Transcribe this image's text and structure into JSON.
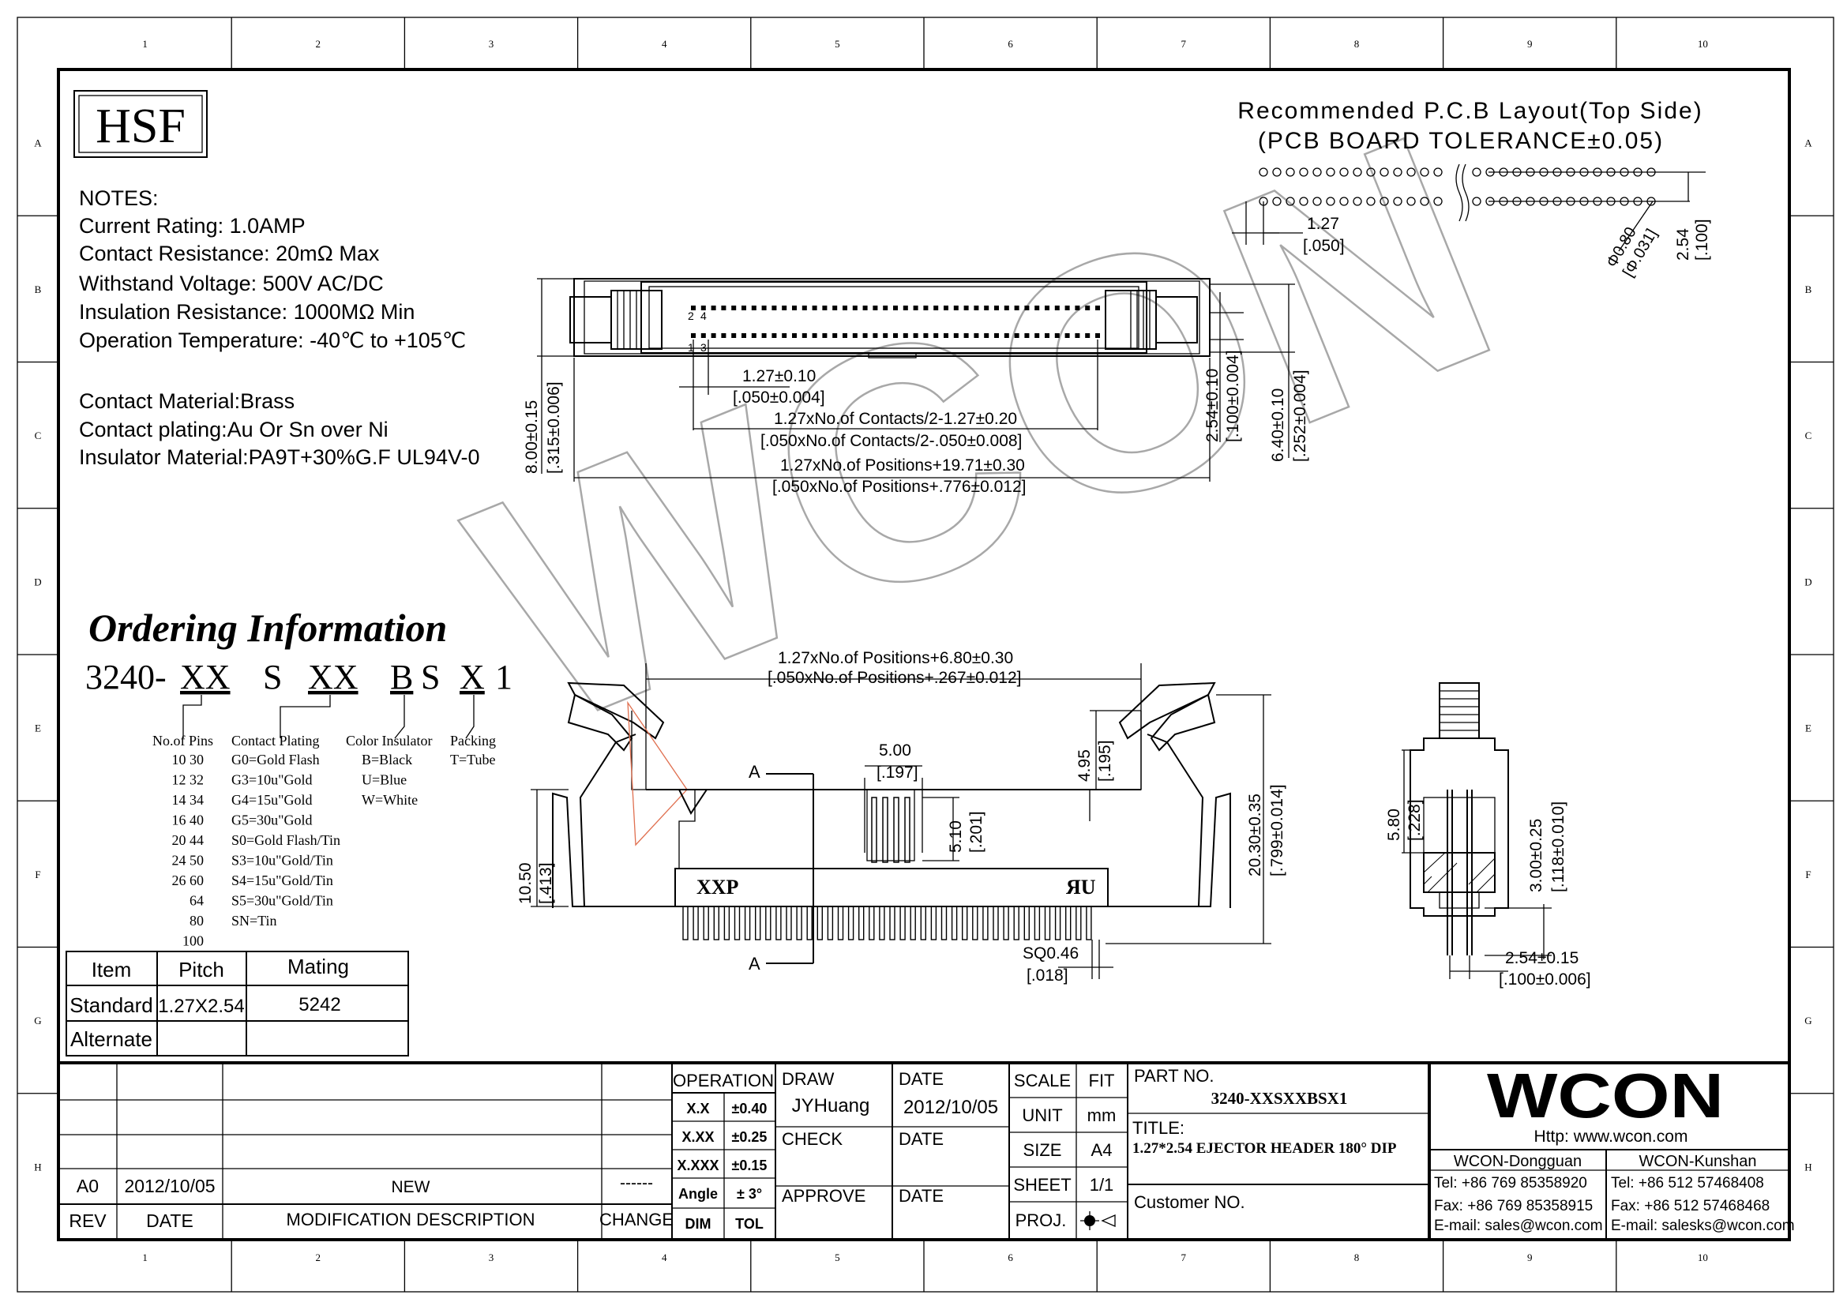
{
  "frame": {
    "col_labels": [
      "1",
      "2",
      "3",
      "4",
      "5",
      "6",
      "7",
      "8",
      "9",
      "10"
    ],
    "row_labels": [
      "A",
      "B",
      "C",
      "D",
      "E",
      "F",
      "G",
      "H"
    ]
  },
  "logo_hsf": "HSF",
  "watermark": "WCON",
  "notes": [
    "NOTES:",
    "Current Rating: 1.0AMP",
    "Contact Resistance: 20mΩ Max",
    "Withstand Voltage: 500V AC/DC",
    "Insulation Resistance: 1000MΩ Min",
    "Operation Temperature: -40℃ to +105℃"
  ],
  "materials": [
    "Contact Material:Brass",
    "Contact plating:Au Or Sn over Ni",
    "Insulator Material:PA9T+30%G.F UL94V-0"
  ],
  "pcb_layout": {
    "title": "Recommended P.C.B Layout(Top Side)",
    "tolerance": "(PCB BOARD TOLERANCE±0.05)",
    "pitch": "1.27",
    "pitch_in": "[.050]",
    "hole": "Φ0.80",
    "hole_in": "[Φ.031]",
    "row_gap": "2.54",
    "row_gap_in": "[.100]"
  },
  "top_view": {
    "pin_labels": [
      "2",
      "4",
      "1",
      "3"
    ],
    "d_pitch": "1.27±0.10",
    "d_pitch_in": "[.050±0.004]",
    "d_contacts": "1.27xNo.of Contacts/2-1.27±0.20",
    "d_contacts_in": "[.050xNo.of Contacts/2-.050±0.008]",
    "d_positions": "1.27xNo.of Positions+19.71±0.30",
    "d_positions_in": "[.050xNo.of Positions+.776±0.012]",
    "d_height": "8.00±0.15",
    "d_height_in": "[.315±0.006]",
    "d_rows": "2.54±0.10",
    "d_rows_in": "[.100±0.004]",
    "d_width": "6.40±0.10",
    "d_width_in": "[.252±0.004]"
  },
  "ordering": {
    "title": "Ordering Information",
    "code": [
      "3240-",
      "XX",
      "S",
      "XX",
      "B",
      "S",
      "X",
      "1"
    ],
    "pins_head": "No.of Pins",
    "pins": [
      "10  30",
      "12  32",
      "14  34",
      "16  40",
      "20  44",
      "24  50",
      "26  60",
      "64",
      "80",
      "100"
    ],
    "plating_head": "Contact Plating",
    "plating": [
      "G0=Gold Flash",
      "G3=10u\"Gold",
      "G4=15u\"Gold",
      "G5=30u\"Gold",
      "S0=Gold Flash/Tin",
      "S3=10u\"Gold/Tin",
      "S4=15u\"Gold/Tin",
      "S5=30u\"Gold/Tin",
      "SN=Tin"
    ],
    "color_head": "Color Insulator",
    "colors": [
      "B=Black",
      "U=Blue",
      "W=White"
    ],
    "packing_head": "Packing",
    "packing": [
      "T=Tube"
    ]
  },
  "front_view": {
    "d_positions": "1.27xNo.of Positions+6.80±0.30",
    "d_positions_in": "[.050xNo.of Positions+.267±0.012]",
    "d_5": "5.00",
    "d_5_in": "[.197]",
    "d_495": "4.95",
    "d_495_in": "[.195]",
    "d_510": "5.10",
    "d_510_in": "[.201]",
    "d_1050": "10.50",
    "d_1050_in": "[.413]",
    "d_2030": "20.30±0.35",
    "d_2030_in": "[.799±0.014]",
    "d_sq": "SQ0.46",
    "d_sq_in": "[.018]",
    "section": "A",
    "body_mark": "XXP",
    "ul_mark": "ЯU"
  },
  "side_view": {
    "d_580": "5.80",
    "d_580_in": "[.228]",
    "d_300": "3.00±0.25",
    "d_300_in": "[.118±0.010]",
    "d_254": "2.54±0.15",
    "d_254_in": "[.100±0.006]"
  },
  "mating_table": {
    "headers": [
      "Item",
      "Pitch",
      "Mating"
    ],
    "rows": [
      [
        "Standard",
        "1.27X2.54",
        "5242"
      ],
      [
        "Alternate",
        "",
        ""
      ]
    ]
  },
  "title_block": {
    "rev_row": [
      "A0",
      "2012/10/05",
      "NEW",
      "------"
    ],
    "rev_head": [
      "REV",
      "DATE",
      "MODIFICATION DESCRIPTION",
      "CHANGE"
    ],
    "operation": "OPERATION",
    "tolerances": [
      [
        "X.X",
        "±0.40"
      ],
      [
        "X.XX",
        "±0.25"
      ],
      [
        "X.XXX",
        "±0.15"
      ],
      [
        "Angle",
        "± 3°"
      ]
    ],
    "dim": "DIM",
    "tol": "TOL",
    "draw": "DRAW",
    "drawer": "JYHuang",
    "date_label": "DATE",
    "date_value": "2012/10/05",
    "check": "CHECK",
    "approve": "APPROVE",
    "scale": "SCALE",
    "scale_value": "FIT",
    "unit": "UNIT",
    "unit_value": "mm",
    "size": "SIZE",
    "size_value": "A4",
    "sheet": "SHEET",
    "sheet_value": "1/1",
    "proj": "PROJ.",
    "part_no_label": "PART NO.",
    "part_no": "3240-XXSXXBSX1",
    "title_label": "TITLE:",
    "title": "1.27*2.54 EJECTOR HEADER 180° DIP",
    "customer_no": "Customer NO.",
    "company": "WCON",
    "http": "Http: www.wcon.com",
    "office1": [
      "WCON-Dongguan",
      "Tel: +86 769 85358920",
      "Fax: +86 769 85358915",
      "E-mail: sales@wcon.com"
    ],
    "office2": [
      "WCON-Kunshan",
      "Tel: +86 512 57468408",
      "Fax: +86 512 57468468",
      "E-mail: salesks@wcon.com"
    ]
  }
}
